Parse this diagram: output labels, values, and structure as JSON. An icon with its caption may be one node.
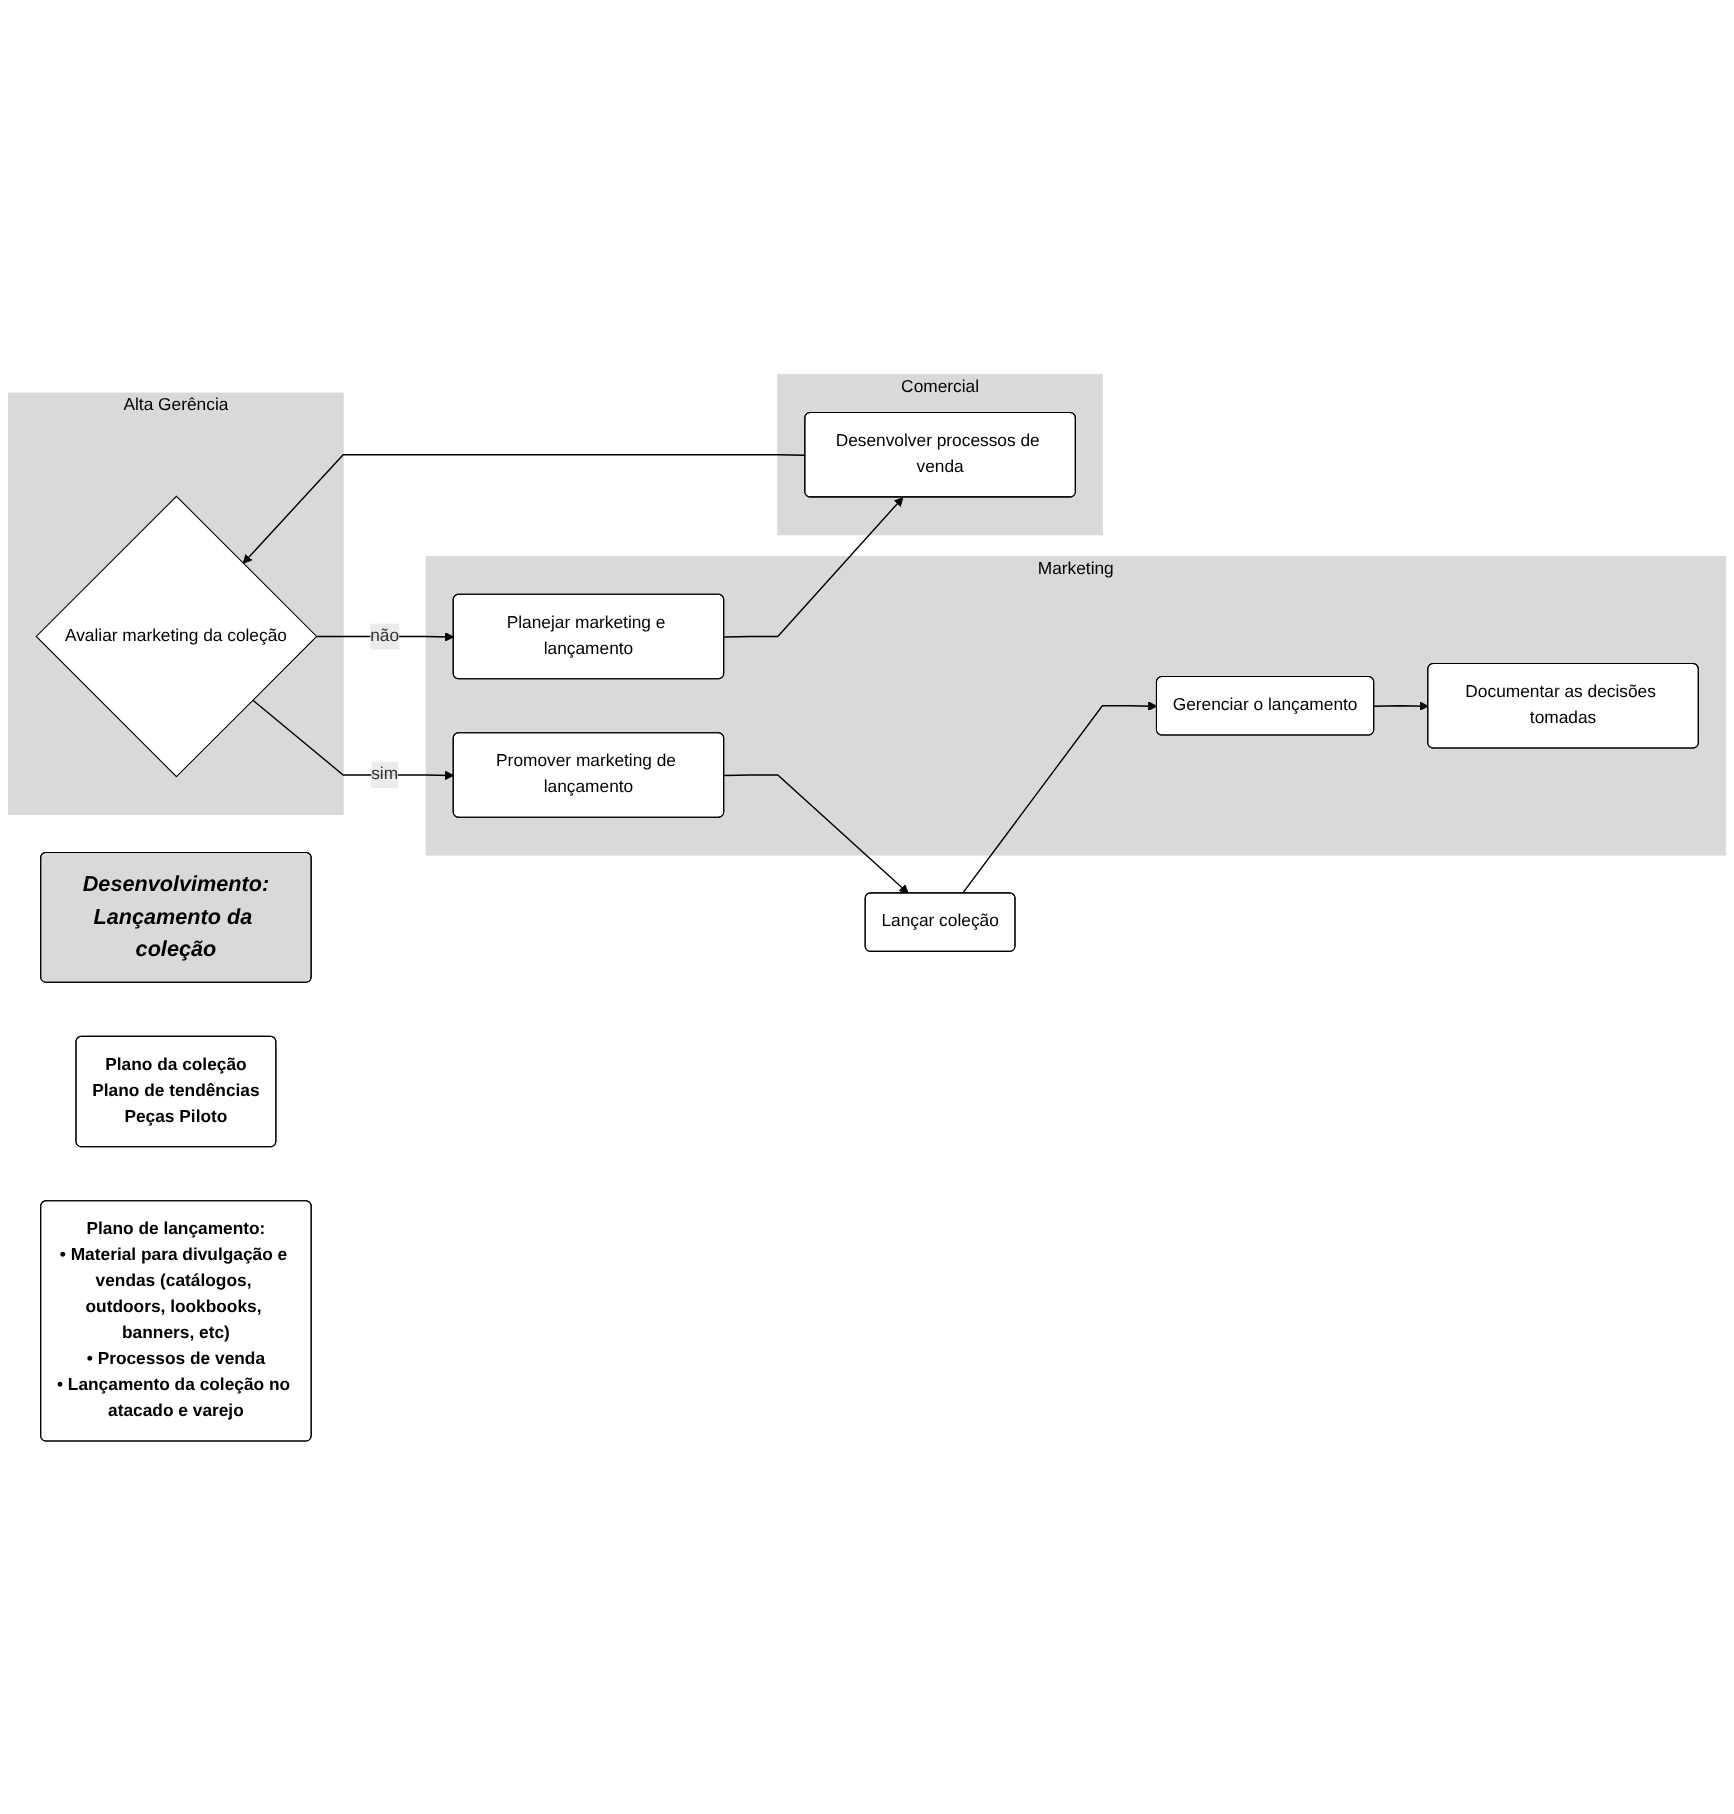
{
  "diagram": {
    "nodes": [
      {
        "text": [
          "Desenvolvimento:",
          "Lançamento da coleção"
        ]
      },
      {
        "text": [
          "Plano da coleção",
          "Plano de tendências",
          "Peças Piloto"
        ]
      },
      {
        "text": [
          "Alta Gerência"
        ]
      },
      {
        "text": [
          "Marketing"
        ]
      },
      {
        "text": [
          "Comercial"
        ]
      },
      {
        "text": [
          "Planejar marketing e lançamento"
        ],
        "in": 3
      },
      {
        "text": [
          "Desenvolver processos de venda"
        ],
        "in": 4
      },
      {
        "text": [
          "Avaliar marketing da coleção"
        ],
        "in": 2
      },
      {
        "text": [
          "Promover marketing de lançamento"
        ],
        "in": 3
      },
      {
        "text": [
          "Lançar coleção"
        ]
      },
      {
        "text": [
          "Gerenciar o lançamento"
        ],
        "in": 3
      },
      {
        "text": [
          "Documentar as decisões tomadas"
        ],
        "in": 3
      },
      {
        "text": [
          "Plano de lançamento:",
          "• Material para divulgação e vendas (catálogos, outdoors, lookbooks, banners, etc)",
          "• Processos de venda",
          "• Lançamento da coleção no atacado e varejo"
        ]
      }
    ],
    "edges": [
      {
        "from": 5,
        "to": 6,
        "arrow": "to"
      },
      {
        "from": 6,
        "to": 7,
        "arrow": "to"
      },
      {
        "from": 7,
        "to": 5,
        "arrow": "to",
        "label": "não"
      },
      {
        "from": 7,
        "to": 8,
        "arrow": "to",
        "label": "sim"
      },
      {
        "from": 8,
        "to": 9,
        "arrow": "to"
      },
      {
        "from": 9,
        "to": 10,
        "arrow": "to"
      },
      {
        "from": 10,
        "to": 11,
        "arrow": "to"
      }
    ]
  }
}
